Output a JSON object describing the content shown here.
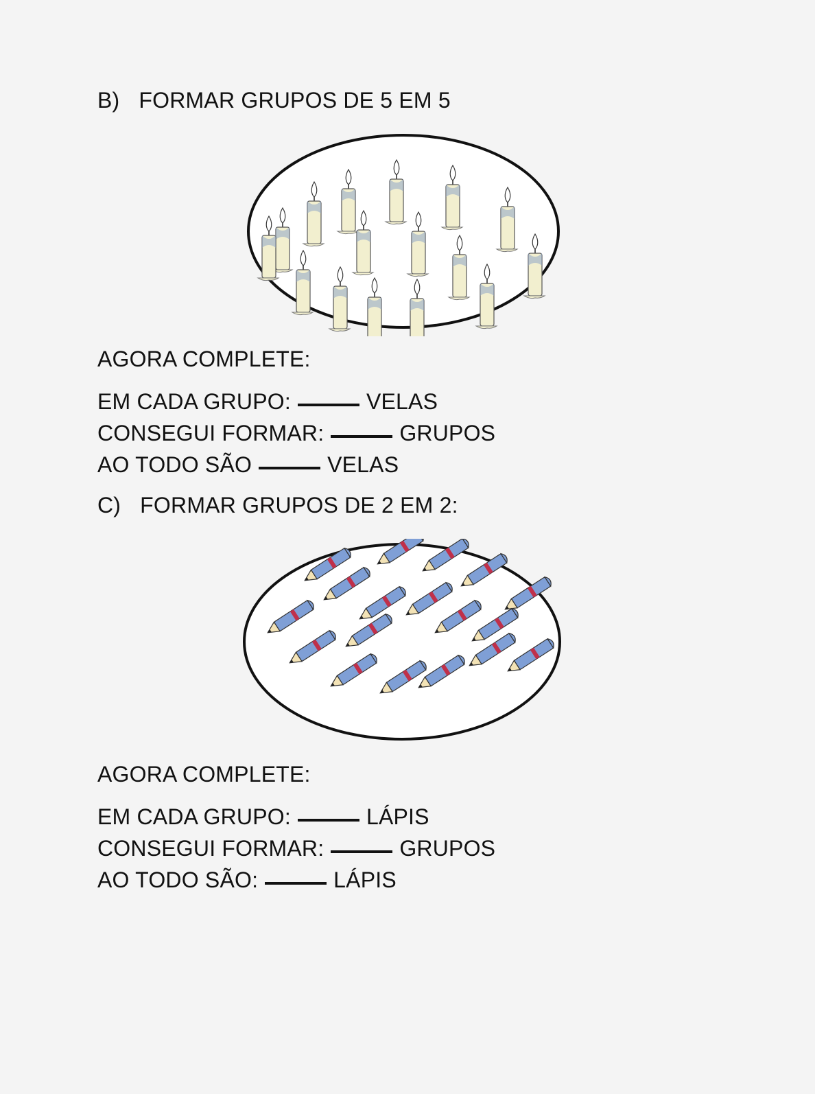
{
  "section_b": {
    "letter": "B)",
    "title": "FORMAR GRUPOS DE 5 EM 5",
    "prompt": "AGORA COMPLETE:",
    "rows": [
      {
        "before": "EM CADA GRUPO:",
        "after": "VELAS"
      },
      {
        "before": "CONSEGUI FORMAR:",
        "after": "GRUPOS"
      },
      {
        "before": "AO TODO SÃO",
        "after": "VELAS"
      }
    ],
    "item_icon": "candle-icon",
    "item_count": 16
  },
  "section_c": {
    "letter": "C)",
    "title": "FORMAR GRUPOS DE 2 EM 2:",
    "prompt": "AGORA COMPLETE:",
    "rows": [
      {
        "before": "EM CADA GRUPO:",
        "after": "LÁPIS"
      },
      {
        "before": "CONSEGUI FORMAR:",
        "after": "GRUPOS"
      },
      {
        "before": "AO TODO SÃO:",
        "after": "LÁPIS"
      }
    ],
    "item_icon": "pencil-icon",
    "item_count": 18
  },
  "colors": {
    "background": "#f4f4f4",
    "text": "#111111",
    "candle_wax": "#f2efcf",
    "candle_shade": "#8fa6c8",
    "pencil_body": "#7f9fd6",
    "pencil_band": "#c0304a"
  }
}
